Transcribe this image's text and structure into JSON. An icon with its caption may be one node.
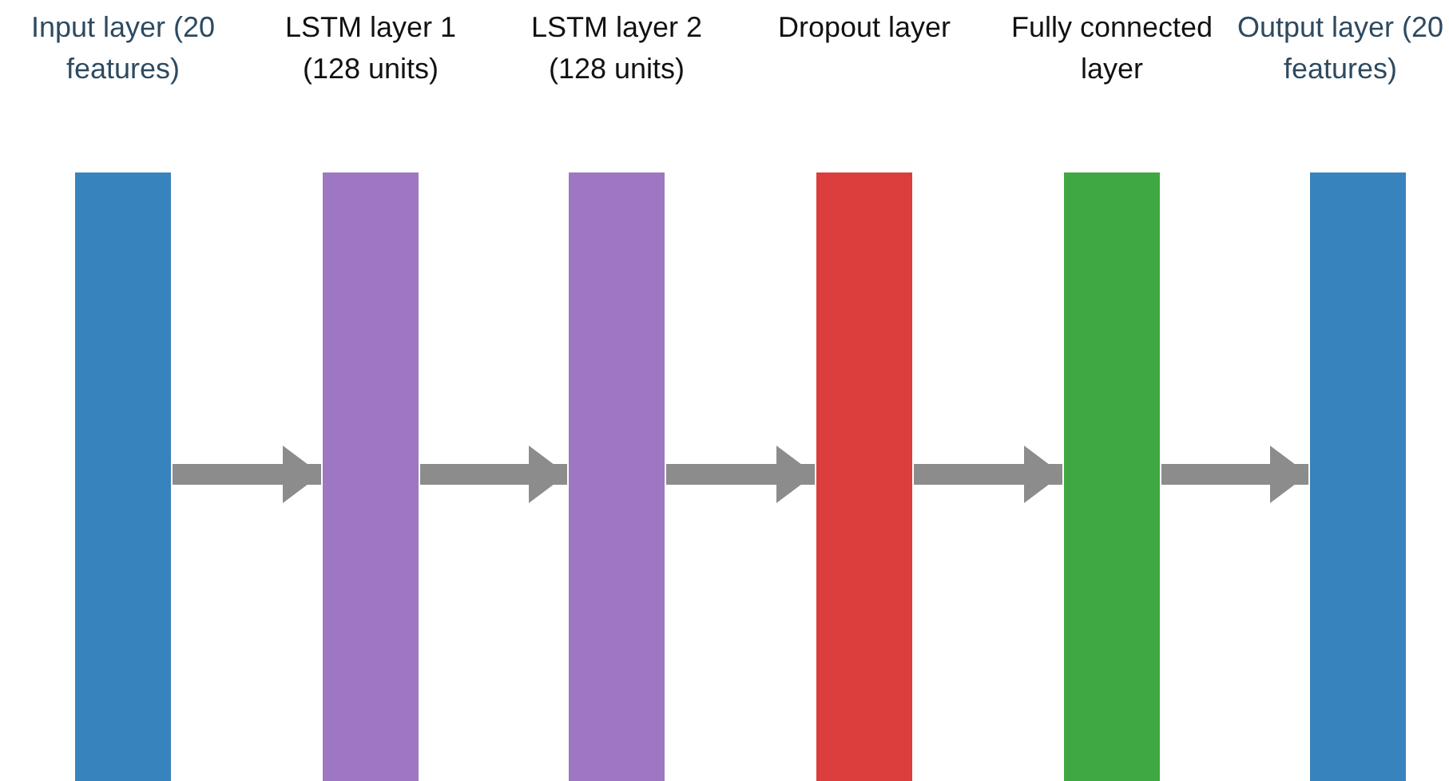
{
  "diagram": {
    "nodes": [
      {
        "text": [
          "Input layer (20 features)"
        ]
      },
      {
        "text": [
          "LSTM layer 1 (128 units)"
        ]
      },
      {
        "text": [
          "LSTM layer 2 (128 units)"
        ]
      },
      {
        "text": [
          "Dropout layer"
        ]
      },
      {
        "text": [
          "Fully connected layer"
        ]
      },
      {
        "text": [
          "Output layer (20 features)"
        ]
      }
    ],
    "edges": [
      {
        "from": 0,
        "to": 1,
        "arrow": "to"
      },
      {
        "from": 1,
        "to": 2,
        "arrow": "to"
      },
      {
        "from": 2,
        "to": 3,
        "arrow": "to"
      },
      {
        "from": 3,
        "to": 4,
        "arrow": "to"
      },
      {
        "from": 4,
        "to": 5,
        "arrow": "to"
      }
    ]
  }
}
